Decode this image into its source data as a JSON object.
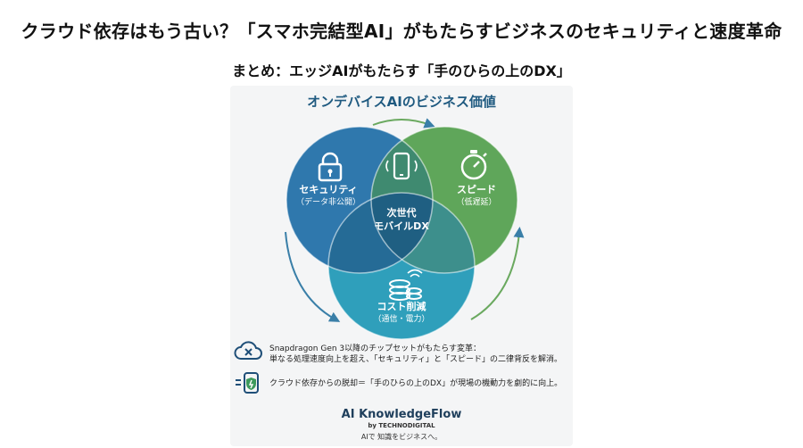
{
  "header": {
    "title": "クラウド依存はもう古い？「スマホ完結型AI」がもたらすビジネスのセキュリティと速度革命",
    "subtitle": "まとめ：エッジAIがもたらす「手のひらの上のDX」"
  },
  "diagram": {
    "heading": "オンデバイスAIのビジネス価値",
    "circles": [
      {
        "label": "セキュリティ",
        "sublabel": "（データ非公開）",
        "color": "#2f78ad",
        "icon": "padlock-icon"
      },
      {
        "label": "スピード",
        "sublabel": "（低遅延）",
        "color": "#5fa65a",
        "icon": "stopwatch-icon"
      },
      {
        "label": "コスト削減",
        "sublabel": "（通信・電力）",
        "color": "#2f9fbb",
        "icon": "coin-stack-icon"
      }
    ],
    "center": {
      "line1": "次世代",
      "line2": "モバイルDX",
      "icon": "smartphone-icon"
    }
  },
  "notes": [
    {
      "icon": "cloud-x-icon",
      "line1": "Snapdragon Gen 3以降のチップセットがもたらす変革：",
      "line2": "単なる処理速度向上を超え、「セキュリティ」と「スピード」の二律背反を解消。"
    },
    {
      "icon": "shield-phone-icon",
      "line1": "クラウド依存からの脱却＝「手のひらの上のDX」が現場の機動力を劇的に向上。"
    }
  ],
  "branding": {
    "logo": "AI KnowledgeFlow",
    "by": "by TECHNODIGITAL",
    "tagline": "AIで 知識をビジネスへ。"
  }
}
